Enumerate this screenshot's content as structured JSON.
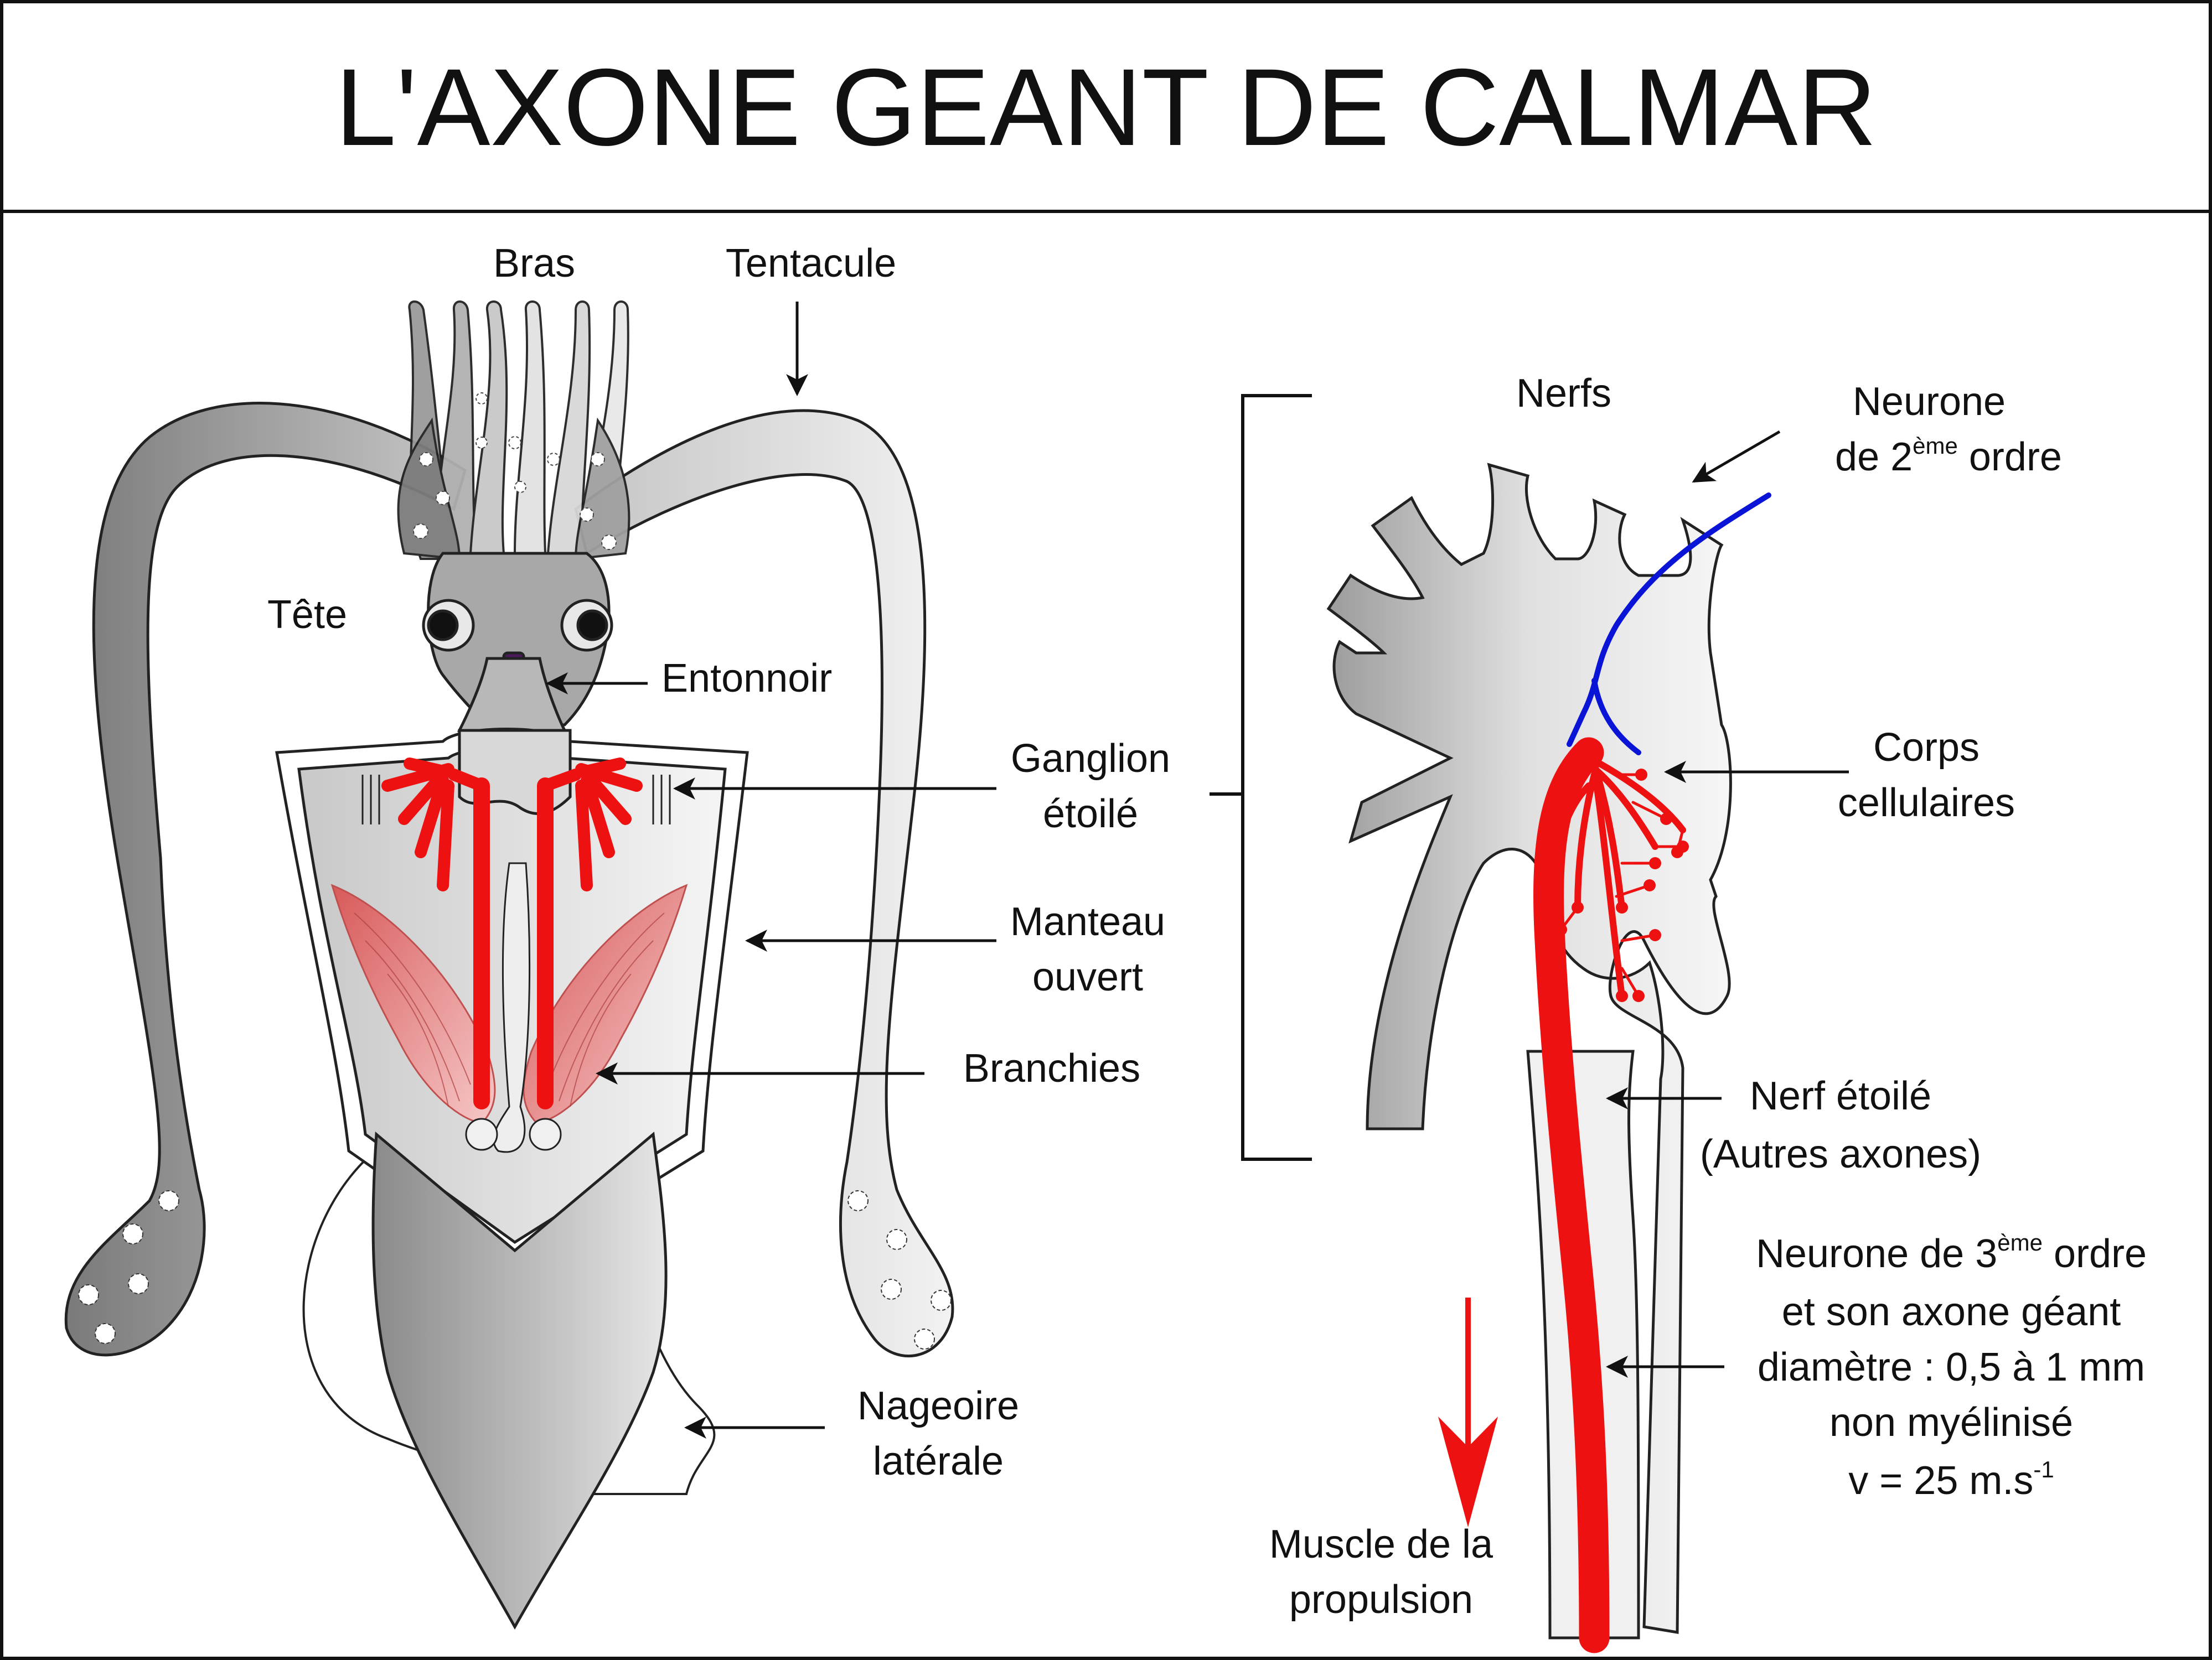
{
  "title": "L'AXONE GEANT DE CALMAR",
  "colors": {
    "axon_red": "#ee1111",
    "second_order_neuron_blue": "#0a14d6",
    "gill_pink": "#e89090",
    "body_grey": "#b8b8b8",
    "outline": "#222222"
  },
  "squid_labels": {
    "bras": "Bras",
    "tentacule": "Tentacule",
    "tete": "Tête",
    "entonnoir": "Entonnoir",
    "ganglion_line1": "Ganglion",
    "ganglion_line2": "étoilé",
    "manteau_line1": "Manteau",
    "manteau_line2": "ouvert",
    "branchies": "Branchies",
    "nageoire_line1": "Nageoire",
    "nageoire_line2": "latérale"
  },
  "neuron_labels": {
    "nerfs": "Nerfs",
    "second_order_line1": "Neurone",
    "second_order_line2_pre": "de 2",
    "second_order_line2_sup": "ème",
    "second_order_line2_post": " ordre",
    "corps_line1": "Corps",
    "corps_line2": "cellulaires",
    "nerf_etoile_line1": "Nerf étoilé",
    "nerf_etoile_line2": "(Autres axones)",
    "third_order_line1_pre": "Neurone de 3",
    "third_order_line1_sup": "ème",
    "third_order_line1_post": " ordre",
    "third_order_line2": "et son axone géant",
    "third_order_line3": "diamètre : 0,5 à 1 mm",
    "third_order_line4": "non myélinisé",
    "third_order_line5_pre": "v = 25 m.s",
    "third_order_line5_sup": "-1",
    "muscle_line1": "Muscle de la",
    "muscle_line2": "propulsion"
  }
}
